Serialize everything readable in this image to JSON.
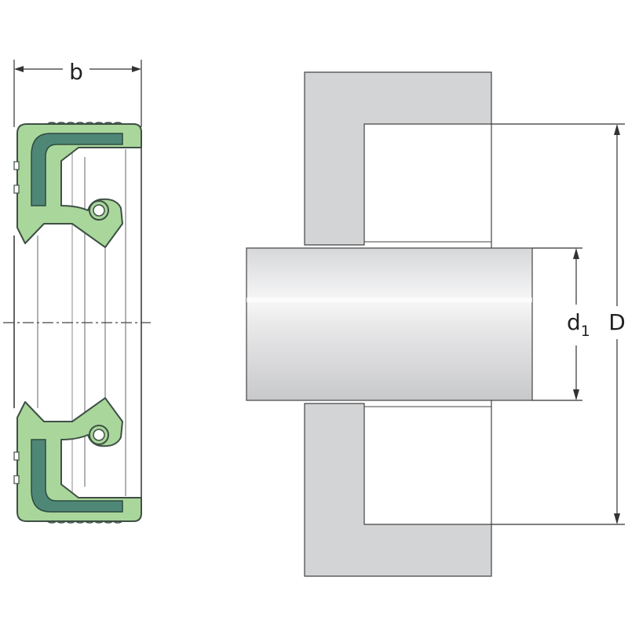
{
  "labels": {
    "width": "b",
    "shaft_diameter_main": "d",
    "shaft_diameter_sub": "1",
    "bore_diameter": "D"
  },
  "colors": {
    "seal_rubber": "#a9d79b",
    "seal_insert": "#4f8777",
    "seal_outline": "#3f4f45",
    "housing": "#d3d4d6",
    "shaft_light": "#f4f4f5",
    "shaft_dark": "#c9cacc",
    "line": "#333333"
  }
}
